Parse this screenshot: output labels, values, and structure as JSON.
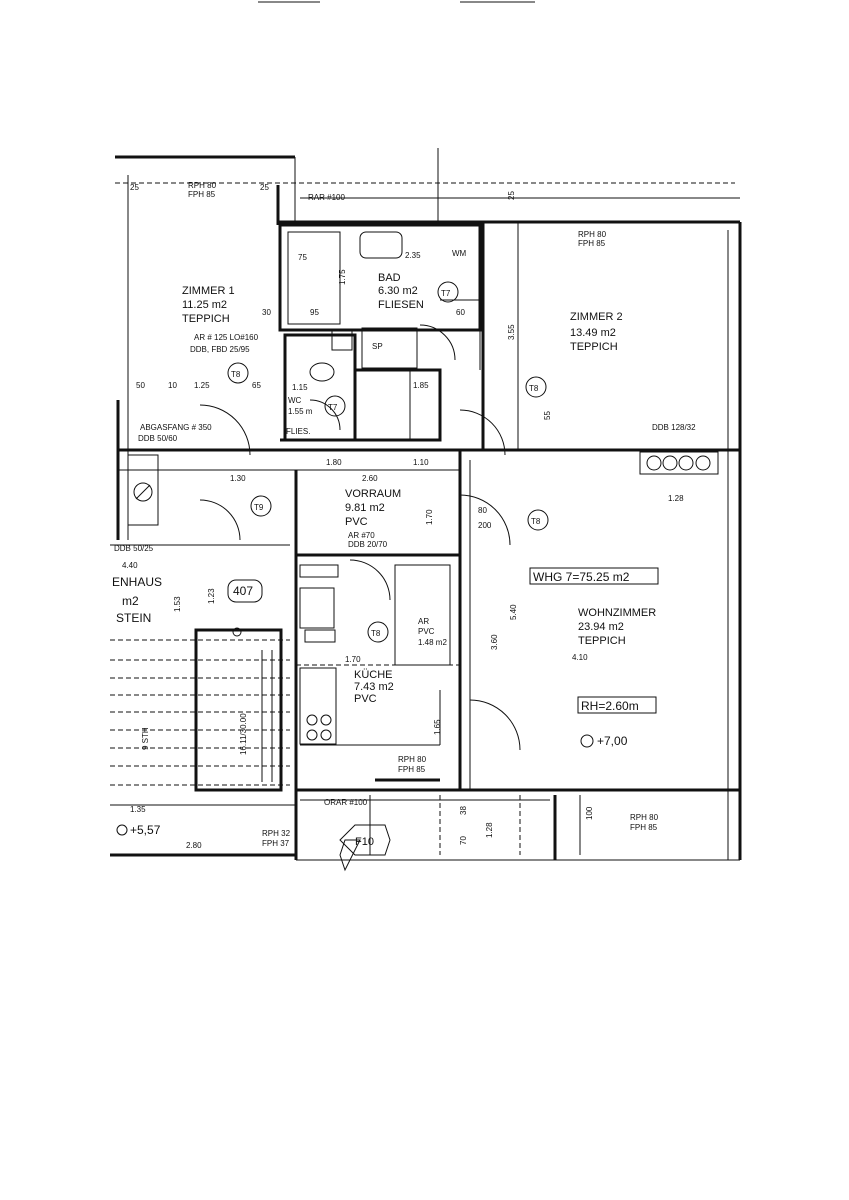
{
  "rooms": {
    "zimmer1": {
      "name": "ZIMMER 1",
      "area": "11.25 m2",
      "floor": "TEPPICH"
    },
    "bad": {
      "name": "BAD",
      "area": "6.30 m2",
      "floor": "FLIESEN"
    },
    "zimmer2": {
      "name": "ZIMMER 2",
      "area": "13.49 m2",
      "floor": "TEPPICH"
    },
    "wc": {
      "name": "WC",
      "area": "1.55 m",
      "floor": "FLIES."
    },
    "vorraum": {
      "name": "VORRAUM",
      "area": "9.81 m2",
      "floor": "PVC"
    },
    "ar": {
      "name": "AR",
      "area": "1.48 m2",
      "floor": "PVC"
    },
    "kueche": {
      "name": "KÜCHE",
      "area": "7.43 m2",
      "floor": "PVC"
    },
    "wohnzimmer": {
      "name": "WOHNZIMMER",
      "area": "23.94 m2",
      "floor": "TEPPICH"
    },
    "stair": {
      "name": "ENHAUS",
      "area": "m2",
      "floor": "STEIN"
    }
  },
  "boxes": {
    "whg": "WHG 7=75.25 m2",
    "rh": "RH=2.60m",
    "unit": "407",
    "elev1": "+7,00",
    "elev2": "+5,57",
    "f10": "F10"
  },
  "door_tags": {
    "t7a": "T7",
    "t7b": "T7",
    "t8a": "T8",
    "t8b": "T8",
    "t8c": "T8",
    "t8d": "T8",
    "t9": "T9"
  },
  "notes": {
    "rph_top_left": "RPH 80",
    "fph_top_left": "FPH 85",
    "rar_top": "RAR #100",
    "rph_z2": "RPH 80",
    "fph_z2": "FPH 85",
    "ar_note": "AR # 125 LO#160",
    "ddb_note": "DDB, FBD 25/95",
    "abgasfang": "ABGASFANG # 350",
    "ddb_5060": "DDB 50/60",
    "ddb_5025": "DDB 50/25",
    "ar70": "AR #70",
    "ddb2070": "DDB 20/70",
    "ddb128": "DDB 128/32",
    "rph_k": "RPH 80",
    "fph_k": "FPH 85",
    "orar": "ORAR #100",
    "rph_w": "RPH 80",
    "fph_w": "FPH 85",
    "rph_st": "RPH 32",
    "fph_st": "FPH 37",
    "sp": "SP",
    "wm": "WM",
    "stairs": "16.11/30.00",
    "stairs2": "9 STH"
  },
  "dims": {
    "d25a": "25",
    "d25b": "25",
    "d25c": "25",
    "d75": "75",
    "d95": "95",
    "d30": "30",
    "d235": "2.35",
    "d175": "1.75",
    "d60": "60",
    "d355": "3.55",
    "d55": "55",
    "d50": "50",
    "d10": "10",
    "d125": "1.25",
    "d65": "65",
    "d115": "1.15",
    "d185": "1.85",
    "d130": "1.30",
    "d180": "1.80",
    "d110": "1.10",
    "d260": "2.60",
    "d170": "1.70",
    "d080": "80",
    "d200": "200",
    "d128": "1.28",
    "d440": "4.40",
    "d540": "5.40",
    "d360": "3.60",
    "d410": "4.10",
    "d165": "1.65",
    "d135": "1.35",
    "d280": "2.80",
    "d153": "1.53",
    "d123": "1.23",
    "d100": "100",
    "d170b": "1.70",
    "d38": "38",
    "d70": "70",
    "d128b": "1.28"
  }
}
